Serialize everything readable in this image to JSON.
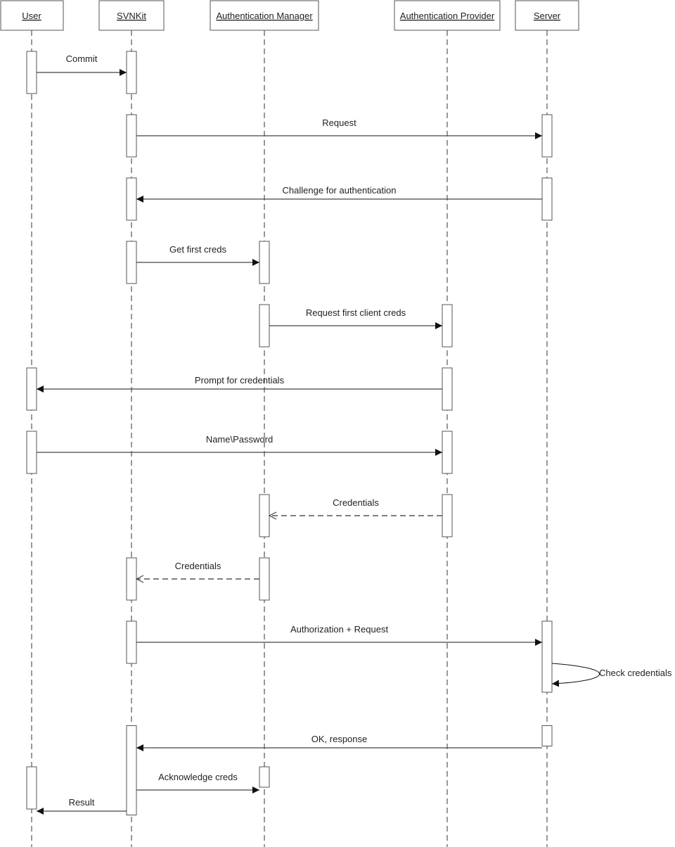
{
  "diagram": {
    "type": "sequence",
    "participants": [
      {
        "id": "user",
        "name": "User"
      },
      {
        "id": "svnkit",
        "name": "SVNKit"
      },
      {
        "id": "authmgr",
        "name": "Authentication Manager"
      },
      {
        "id": "authprov",
        "name": "Authentication Provider"
      },
      {
        "id": "server",
        "name": "Server"
      }
    ],
    "messages": [
      {
        "from": "user",
        "to": "svnkit",
        "label": "Commit",
        "style": "sync"
      },
      {
        "from": "svnkit",
        "to": "server",
        "label": "Request",
        "style": "sync"
      },
      {
        "from": "server",
        "to": "svnkit",
        "label": "Challenge for authentication",
        "style": "sync"
      },
      {
        "from": "svnkit",
        "to": "authmgr",
        "label": "Get first creds",
        "style": "sync"
      },
      {
        "from": "authmgr",
        "to": "authprov",
        "label": "Request first client creds",
        "style": "sync"
      },
      {
        "from": "authprov",
        "to": "user",
        "label": "Prompt for credentials",
        "style": "sync"
      },
      {
        "from": "user",
        "to": "authprov",
        "label": "Name\\Password",
        "style": "sync"
      },
      {
        "from": "authprov",
        "to": "authmgr",
        "label": "Credentials",
        "style": "return"
      },
      {
        "from": "authmgr",
        "to": "svnkit",
        "label": "Credentials",
        "style": "return"
      },
      {
        "from": "svnkit",
        "to": "server",
        "label": "Authorization + Request",
        "style": "sync"
      },
      {
        "from": "server",
        "to": "server",
        "label": "Check credentials",
        "style": "self"
      },
      {
        "from": "server",
        "to": "svnkit",
        "label": "OK, response",
        "style": "sync"
      },
      {
        "from": "svnkit",
        "to": "authmgr",
        "label": "Acknowledge creds",
        "style": "sync"
      },
      {
        "from": "svnkit",
        "to": "user",
        "label": "Result",
        "style": "sync"
      }
    ]
  }
}
